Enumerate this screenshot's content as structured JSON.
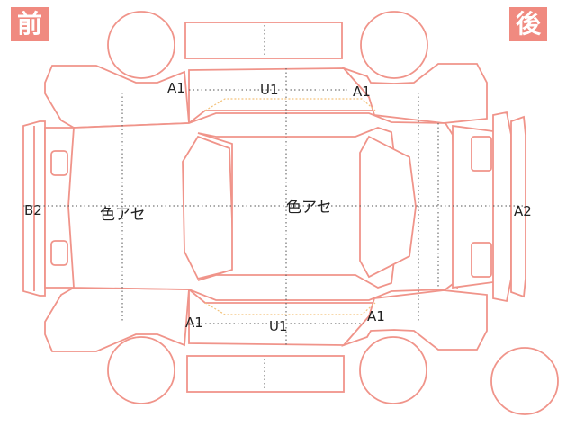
{
  "header": {
    "front_label": "前",
    "rear_label": "後"
  },
  "marks": {
    "front_left_door": "A1",
    "roof_top": "U1",
    "rear_left_door": "A1",
    "front_bumper": "B2",
    "hood": "色アセ",
    "roof": "色アセ",
    "rear_bumper": "A2",
    "front_right_door": "A1",
    "roof_bottom": "U1",
    "rear_right_door": "A1"
  },
  "colors": {
    "outline": "#f0948a",
    "badge": "#f08a80",
    "guide_dots": "#555555",
    "glass_dots": "#f3c27a"
  }
}
